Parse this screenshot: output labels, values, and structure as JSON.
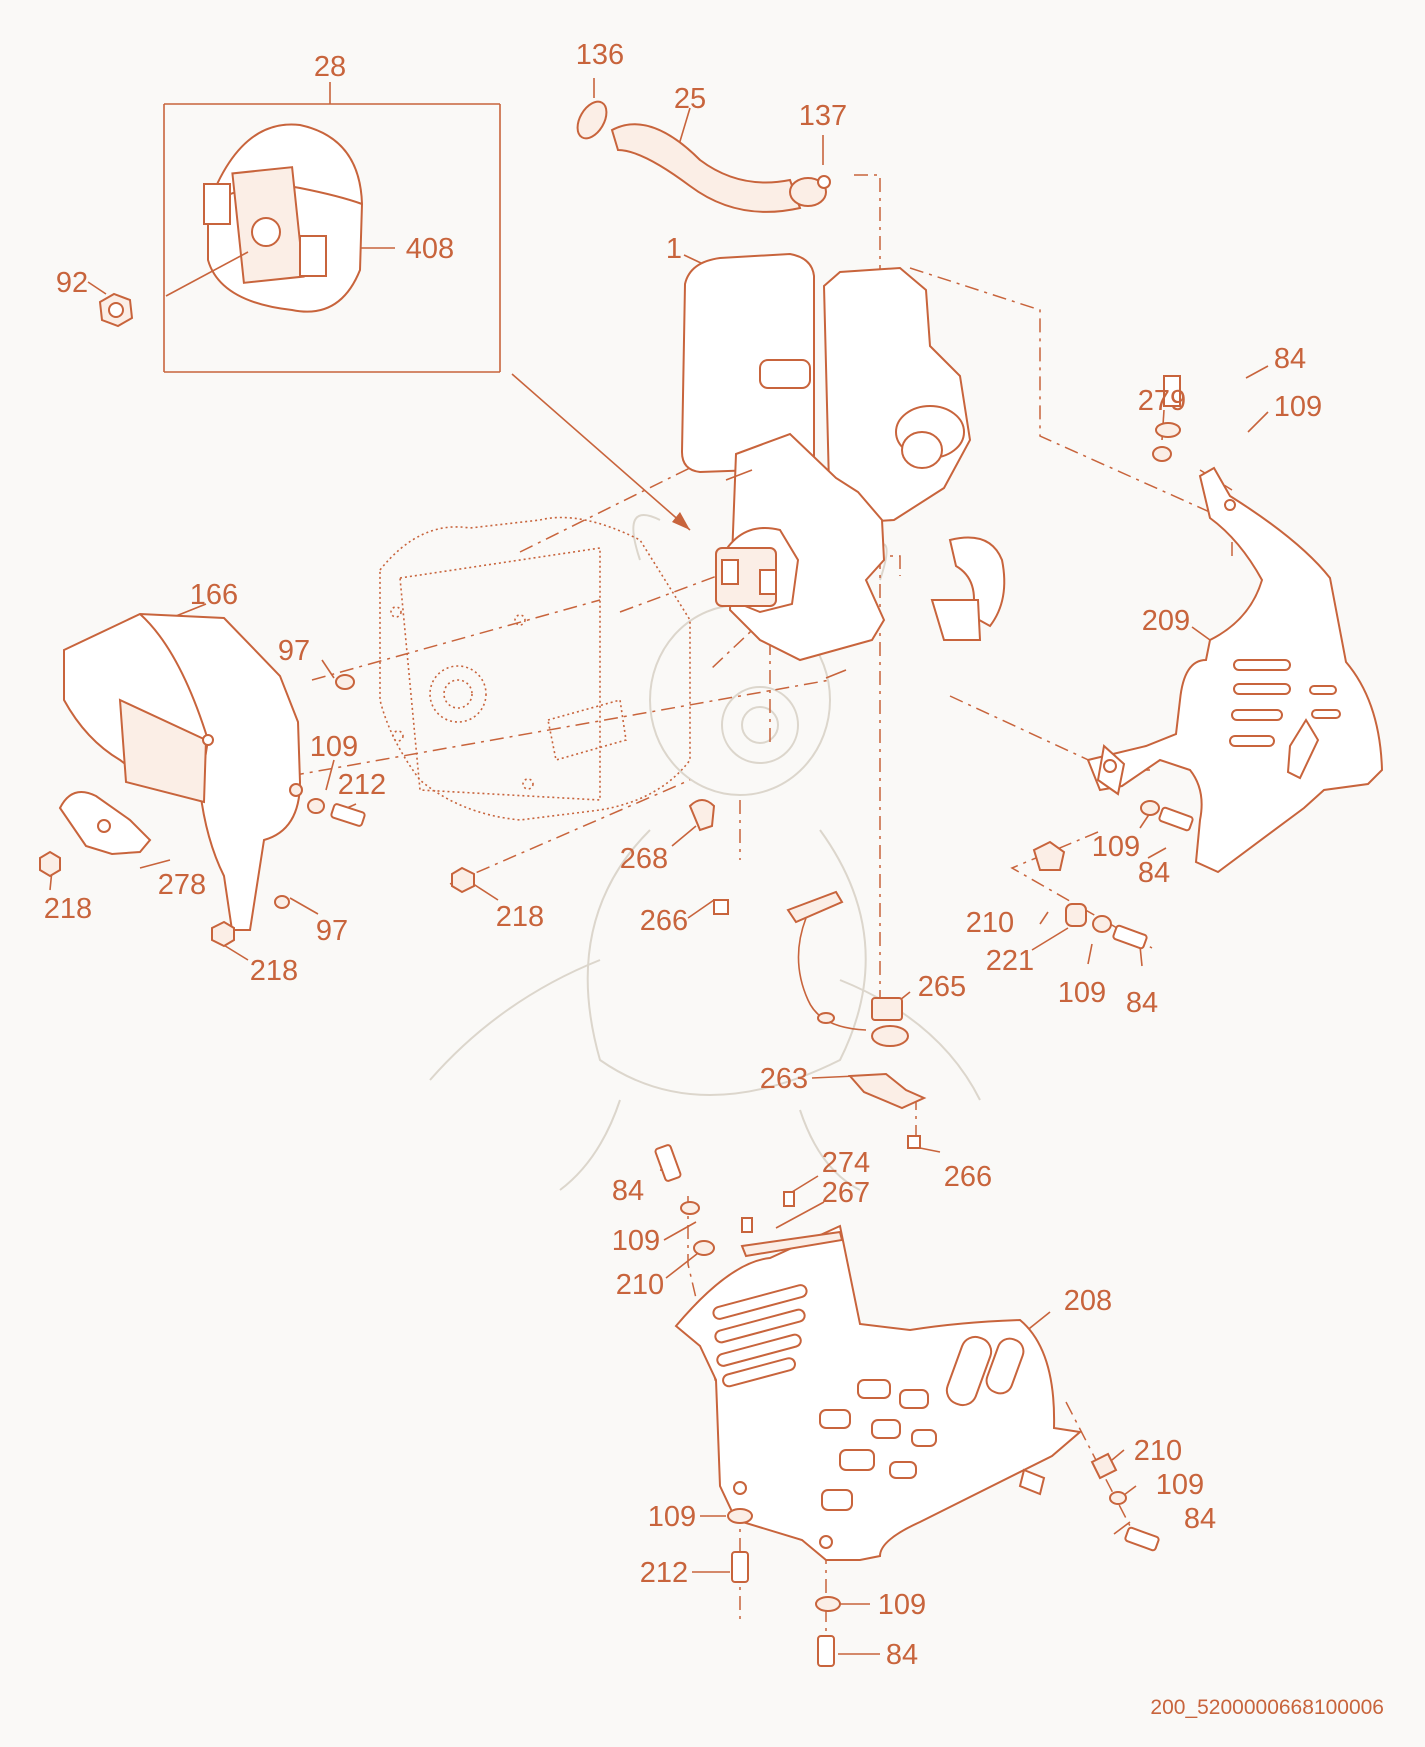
{
  "colors": {
    "line": "#c8643c",
    "background": "#faf9f7"
  },
  "reference_code": "200_5200000668100006",
  "callouts": [
    {
      "id": "c1",
      "text": "136"
    },
    {
      "id": "c2",
      "text": "25"
    },
    {
      "id": "c3",
      "text": "137"
    },
    {
      "id": "c4",
      "text": "28"
    },
    {
      "id": "c5",
      "text": "408"
    },
    {
      "id": "c6",
      "text": "92"
    },
    {
      "id": "c7",
      "text": "1"
    },
    {
      "id": "c8",
      "text": "84"
    },
    {
      "id": "c9",
      "text": "279"
    },
    {
      "id": "c10",
      "text": "109"
    },
    {
      "id": "c11",
      "text": "209"
    },
    {
      "id": "c12",
      "text": "166"
    },
    {
      "id": "c13",
      "text": "97"
    },
    {
      "id": "c14",
      "text": "109"
    },
    {
      "id": "c15",
      "text": "212"
    },
    {
      "id": "c16",
      "text": "218"
    },
    {
      "id": "c17",
      "text": "278"
    },
    {
      "id": "c18",
      "text": "97"
    },
    {
      "id": "c19",
      "text": "218"
    },
    {
      "id": "c20",
      "text": "218"
    },
    {
      "id": "c21",
      "text": "268"
    },
    {
      "id": "c22",
      "text": "266"
    },
    {
      "id": "c23",
      "text": "109"
    },
    {
      "id": "c24",
      "text": "84"
    },
    {
      "id": "c25",
      "text": "210"
    },
    {
      "id": "c26",
      "text": "221"
    },
    {
      "id": "c27",
      "text": "109"
    },
    {
      "id": "c28",
      "text": "84"
    },
    {
      "id": "c29",
      "text": "265"
    },
    {
      "id": "c30",
      "text": "263"
    },
    {
      "id": "c31",
      "text": "266"
    },
    {
      "id": "c32",
      "text": "84"
    },
    {
      "id": "c33",
      "text": "274"
    },
    {
      "id": "c34",
      "text": "267"
    },
    {
      "id": "c35",
      "text": "109"
    },
    {
      "id": "c36",
      "text": "210"
    },
    {
      "id": "c37",
      "text": "208"
    },
    {
      "id": "c38",
      "text": "210"
    },
    {
      "id": "c39",
      "text": "109"
    },
    {
      "id": "c40",
      "text": "84"
    },
    {
      "id": "c41",
      "text": "109"
    },
    {
      "id": "c42",
      "text": "212"
    },
    {
      "id": "c43",
      "text": "109"
    },
    {
      "id": "c44",
      "text": "84"
    }
  ]
}
